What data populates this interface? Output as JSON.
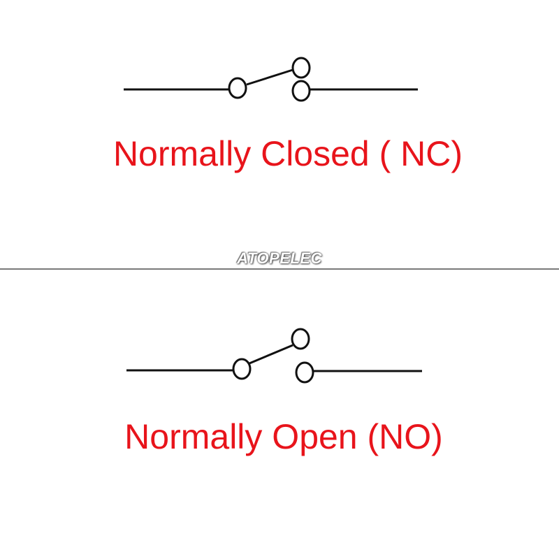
{
  "colors": {
    "caption": "#e8141b",
    "line": "#111111",
    "divider": "#7a7a7a",
    "background": "#ffffff"
  },
  "normally_closed": {
    "caption": "Normally Closed ( NC)"
  },
  "watermark": {
    "text": "ATOPELEC"
  },
  "normally_open": {
    "caption": "Normally Open (NO)"
  }
}
